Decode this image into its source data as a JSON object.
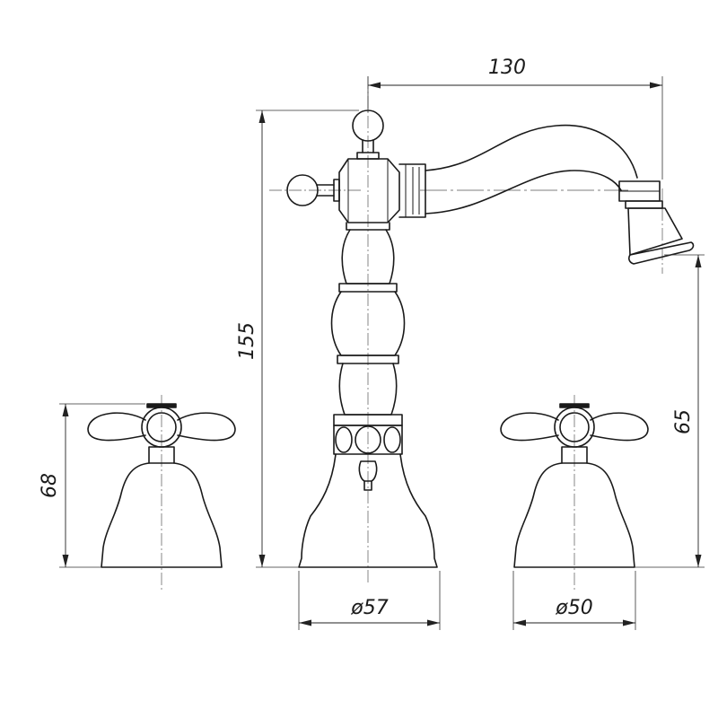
{
  "drawing": {
    "subject": "",
    "dimensions": {
      "spout_reach": "130",
      "total_height": "155",
      "handle_height": "68",
      "outlet_height": "65",
      "mixer_base_diameter": "ø57",
      "handle_base_diameter": "ø50"
    }
  }
}
